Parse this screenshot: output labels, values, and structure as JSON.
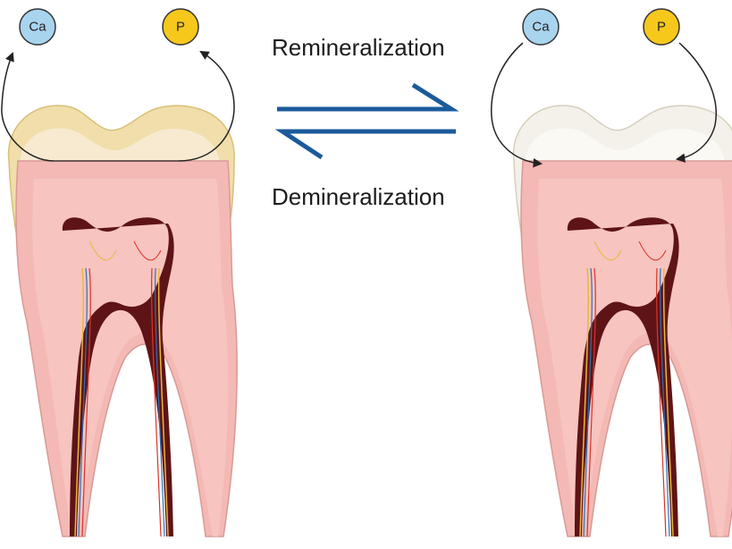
{
  "diagram": {
    "process_forward": "Remineralization",
    "process_reverse": "Demineralization",
    "left_tooth": {
      "ions": [
        {
          "symbol": "Ca",
          "color": "#a8d4ee"
        },
        {
          "symbol": "P",
          "color": "#f6c81c"
        }
      ],
      "state": "demineralized",
      "enamel_color": "#f1deaa"
    },
    "right_tooth": {
      "ions": [
        {
          "symbol": "Ca",
          "color": "#a8d4ee"
        },
        {
          "symbol": "P",
          "color": "#f6c81c"
        }
      ],
      "state": "remineralized",
      "enamel_color": "#f4f1ea"
    },
    "arrow_color": "#1b5a9b",
    "colors": {
      "dentin": "#f4b9b5",
      "pulp": "#5e1416",
      "gum_line": "#d79a96"
    }
  }
}
